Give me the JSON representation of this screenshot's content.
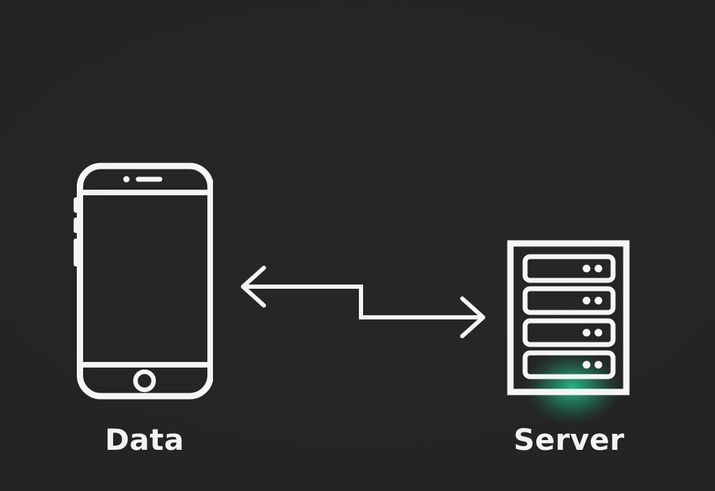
{
  "diagram": {
    "nodes": [
      {
        "id": "device",
        "icon": "smartphone-icon",
        "label": "Data"
      },
      {
        "id": "server",
        "icon": "server-icon",
        "label": "Server",
        "rack_units": 4,
        "indicator_dots_per_unit": 2,
        "status_glow": "teal glow on bottom rack unit"
      }
    ],
    "connection": {
      "icon": "bidirectional-arrow-icon",
      "direction": "both",
      "shape": "stepped-zigzag"
    }
  },
  "colors": {
    "background": "#242424",
    "foreground": "#f5f5f5",
    "glow": "#26ba8b"
  }
}
